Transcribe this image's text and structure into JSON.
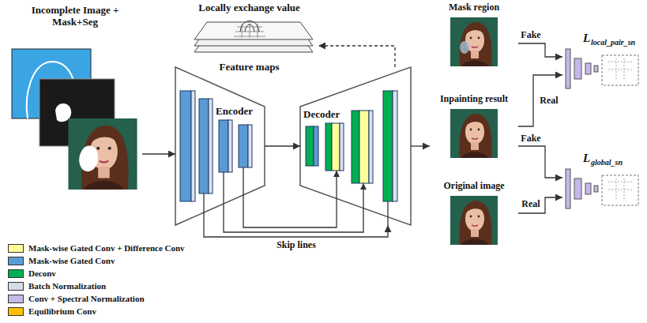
{
  "diagram": {
    "nodes": [
      {
        "text": [
          "Incomplete Image + Mask+Seg"
        ]
      },
      {
        "text": [
          "Locally exchange value",
          "Feature maps"
        ]
      },
      {
        "text": [
          "Encoder"
        ]
      },
      {
        "text": [
          "Decoder"
        ]
      },
      {
        "text": [
          "Mask region"
        ]
      },
      {
        "text": [
          "Inpainting result"
        ]
      },
      {
        "text": [
          "Original image"
        ]
      },
      {
        "text": [
          "L",
          "local_pair_sn"
        ]
      },
      {
        "text": [
          "L",
          "global_sn"
        ]
      }
    ],
    "edges": [
      {
        "from": 0,
        "to": 2,
        "arrow": "to"
      },
      {
        "from": 2,
        "to": 3,
        "arrow": "to"
      },
      {
        "from": 2,
        "to": 3,
        "label": "Skip lines",
        "arrow": "to"
      },
      {
        "from": 3,
        "to": 5,
        "arrow": "to"
      },
      {
        "from": 3,
        "to": 1,
        "arrow": "to"
      },
      {
        "from": 4,
        "to": 7,
        "label": "Fake",
        "arrow": "to"
      },
      {
        "from": 5,
        "to": 7,
        "label": "Real",
        "arrow": "to"
      },
      {
        "from": 5,
        "to": 8,
        "label": "Fake",
        "arrow": "to"
      },
      {
        "from": 6,
        "to": 8,
        "label": "Real",
        "arrow": "to"
      }
    ],
    "legend": [
      {
        "text": "Mask-wise Gated Conv + Difference Conv",
        "color": "#ffff99"
      },
      {
        "text": "Mask-wise Gated Conv",
        "color": "#5b9bd5"
      },
      {
        "text": "Deconv",
        "color": "#00b050"
      },
      {
        "text": "Batch Normalization",
        "color": "#d6dce5"
      },
      {
        "text": "Conv + Spectral Normalization",
        "color": "#c5b8e8"
      },
      {
        "text": "Equilibrium Conv",
        "color": "#ffc000"
      }
    ]
  }
}
